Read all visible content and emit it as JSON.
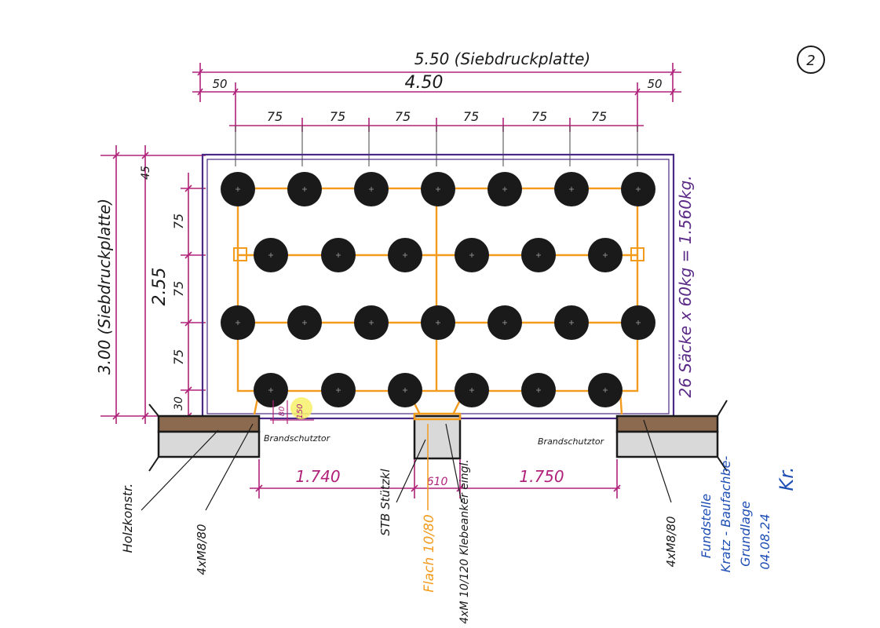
{
  "page_marker": "2",
  "colors": {
    "dimension": "#b0227a",
    "plate": "#4b2a85",
    "beam": "#f29b1d",
    "bag": "#1a1a1a",
    "note": "#1f4fb5",
    "wood": "#8b6a4f",
    "steel": "#d9d9d9",
    "highlight": "#f7f06a"
  },
  "dims_top": {
    "overall": "5.50 (Siebdruckplatte)",
    "inner": "4.50",
    "margin_left": "50",
    "margin_right": "50",
    "spacings": [
      "75",
      "75",
      "75",
      "75",
      "75",
      "75"
    ]
  },
  "dims_left": {
    "overall": "3.00 (Siebdruckplatte)",
    "inner": "2.55",
    "top": "45",
    "spacings": [
      "75",
      "75",
      "75"
    ],
    "bottom": "30"
  },
  "load_note": "26 Säcke x 60kg = 1.560kg.",
  "grid": {
    "rows": [
      7,
      6,
      7,
      6
    ]
  },
  "details": {
    "small_dim_a": "80",
    "small_dim_b": "150",
    "fire_left": "Brandschutztor",
    "fire_right": "Brandschutztor"
  },
  "dims_bottom": {
    "span_left": "1.740",
    "span_mid": "610",
    "span_right": "1.750"
  },
  "labels": {
    "holz": "Holzkonstr.",
    "anchor_left": "4xM8/80",
    "stb": "STB Stützkl",
    "flach": "Flach 10/80",
    "anchor_mid": "4xM 10/120 Klebeanker eingl.",
    "anchor_right": "4xM8/80"
  },
  "signature": {
    "line1": "Fundstelle",
    "line2": "Kratz - Baufachbe-",
    "line3": "Grundlage",
    "date": "04.08.24",
    "mark": "Kr."
  }
}
